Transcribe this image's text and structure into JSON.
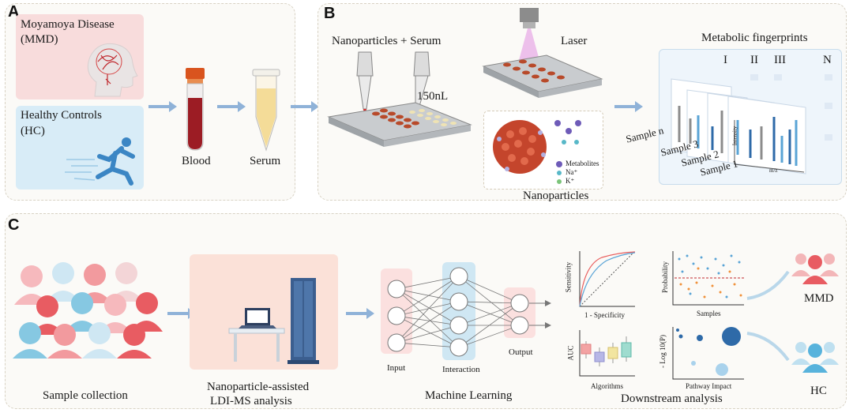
{
  "panels": {
    "a": {
      "label": "A",
      "mmd": {
        "line1": "Moyamoya  Disease",
        "line2": "(MMD)"
      },
      "hc": {
        "line1": "Healthy Controls",
        "line2": "(HC)"
      },
      "blood": "Blood",
      "serum": "Serum"
    },
    "b": {
      "label": "B",
      "nanoparticles_serum": "Nanoparticles   +  Serum",
      "volume": "150nL",
      "laser": "Laser",
      "metabolic_fingerprints": "Metabolic fingerprints",
      "roman": [
        "I",
        "II",
        "III",
        "N"
      ],
      "samples": [
        "Sample n",
        "Sample 3",
        "Sample 2",
        "Sample 1"
      ],
      "intensity": "Intensity",
      "mz": "m/z",
      "legend": [
        "Metabolites",
        "Na⁺",
        "K⁺"
      ],
      "nanoparticles": "Nanoparticles"
    },
    "c": {
      "label": "C",
      "sample_collection": "Sample collection",
      "ldi_line1": "Nanoparticle-assisted",
      "ldi_line2": "LDI-MS analysis",
      "input": "Input",
      "interaction": "Interaction",
      "output": "Output",
      "machine_learning": "Machine Learning",
      "sensitivity": "Sensitivity",
      "specificity": "1 - Specificity",
      "probability": "Probability",
      "samples": "Samples",
      "auc": "AUC",
      "algorithms": "Algorithms",
      "logp": "- Log 10(P)",
      "pathway": "Pathway Impact",
      "downstream": "Downstream analysis",
      "mmd": "MMD",
      "hc": "HC"
    }
  },
  "colors": {
    "pink": "#f3c6c8",
    "blue": "#c3e0f0",
    "red": "#e26a6a",
    "accent": "#5b8fc9"
  }
}
